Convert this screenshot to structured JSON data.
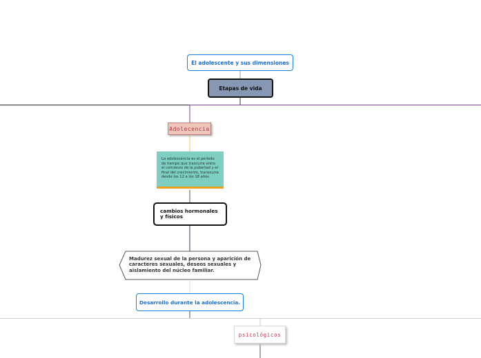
{
  "diagram": {
    "root": {
      "label": "El adolescente y sus dimensiones"
    },
    "stages": {
      "label": "Etapas de vida"
    },
    "adolescence": {
      "label": "Adolecencia"
    },
    "description": {
      "text": "La adolescencia es el período de tiempo que trascurre entre el comienzo de la pubertad y el final del crecimiento, transcurre desde los 12 a los 18 años"
    },
    "hormonal": {
      "label": "cambios hormonales y físicos"
    },
    "maturity": {
      "text": "Madurez sexual de la persona y aparición de caracteres sexuales, deseos sexuales y aislamiento del núcleo familiar."
    },
    "development": {
      "label": "Desarrollo durante la adolescencia."
    },
    "psychological": {
      "label": "psicológicos"
    }
  },
  "colors": {
    "root_border": "#1b7fe0",
    "stages_fill": "#8798b4",
    "adolescence_fill": "#f0c5bc",
    "description_fill": "#7ecfc2",
    "description_underline": "#f0a020",
    "purple_branch": "#7b3f9e",
    "psychological_text": "#c0304a"
  }
}
